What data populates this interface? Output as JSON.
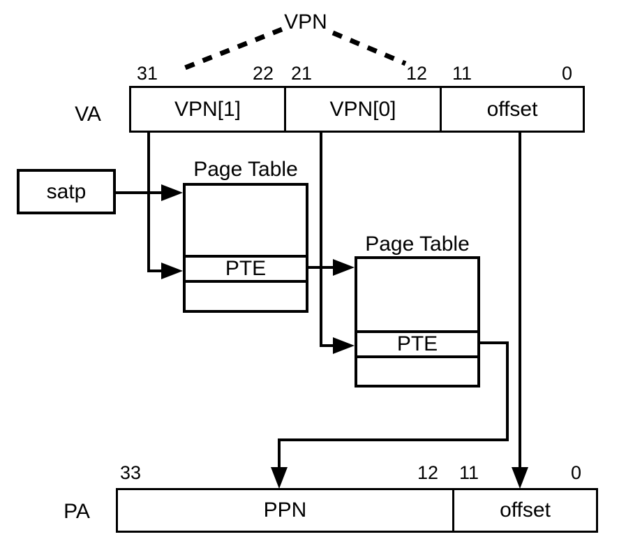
{
  "colors": {
    "ink": "#000000",
    "background": "#ffffff"
  },
  "brace": {
    "label": "VPN"
  },
  "va": {
    "label": "VA",
    "bit_31": "31",
    "bit_22": "22",
    "bit_21": "21",
    "bit_12": "12",
    "bit_11": "11",
    "bit_0": "0",
    "fields": {
      "vpn1": "VPN[1]",
      "vpn0": "VPN[0]",
      "offset": "offset"
    }
  },
  "satp": {
    "label": "satp"
  },
  "page_table_1": {
    "title": "Page Table",
    "entry_label": "PTE"
  },
  "page_table_2": {
    "title": "Page Table",
    "entry_label": "PTE"
  },
  "pa": {
    "label": "PA",
    "bit_33": "33",
    "bit_12": "12",
    "bit_11": "11",
    "bit_0": "0",
    "fields": {
      "ppn": "PPN",
      "offset": "offset"
    }
  }
}
